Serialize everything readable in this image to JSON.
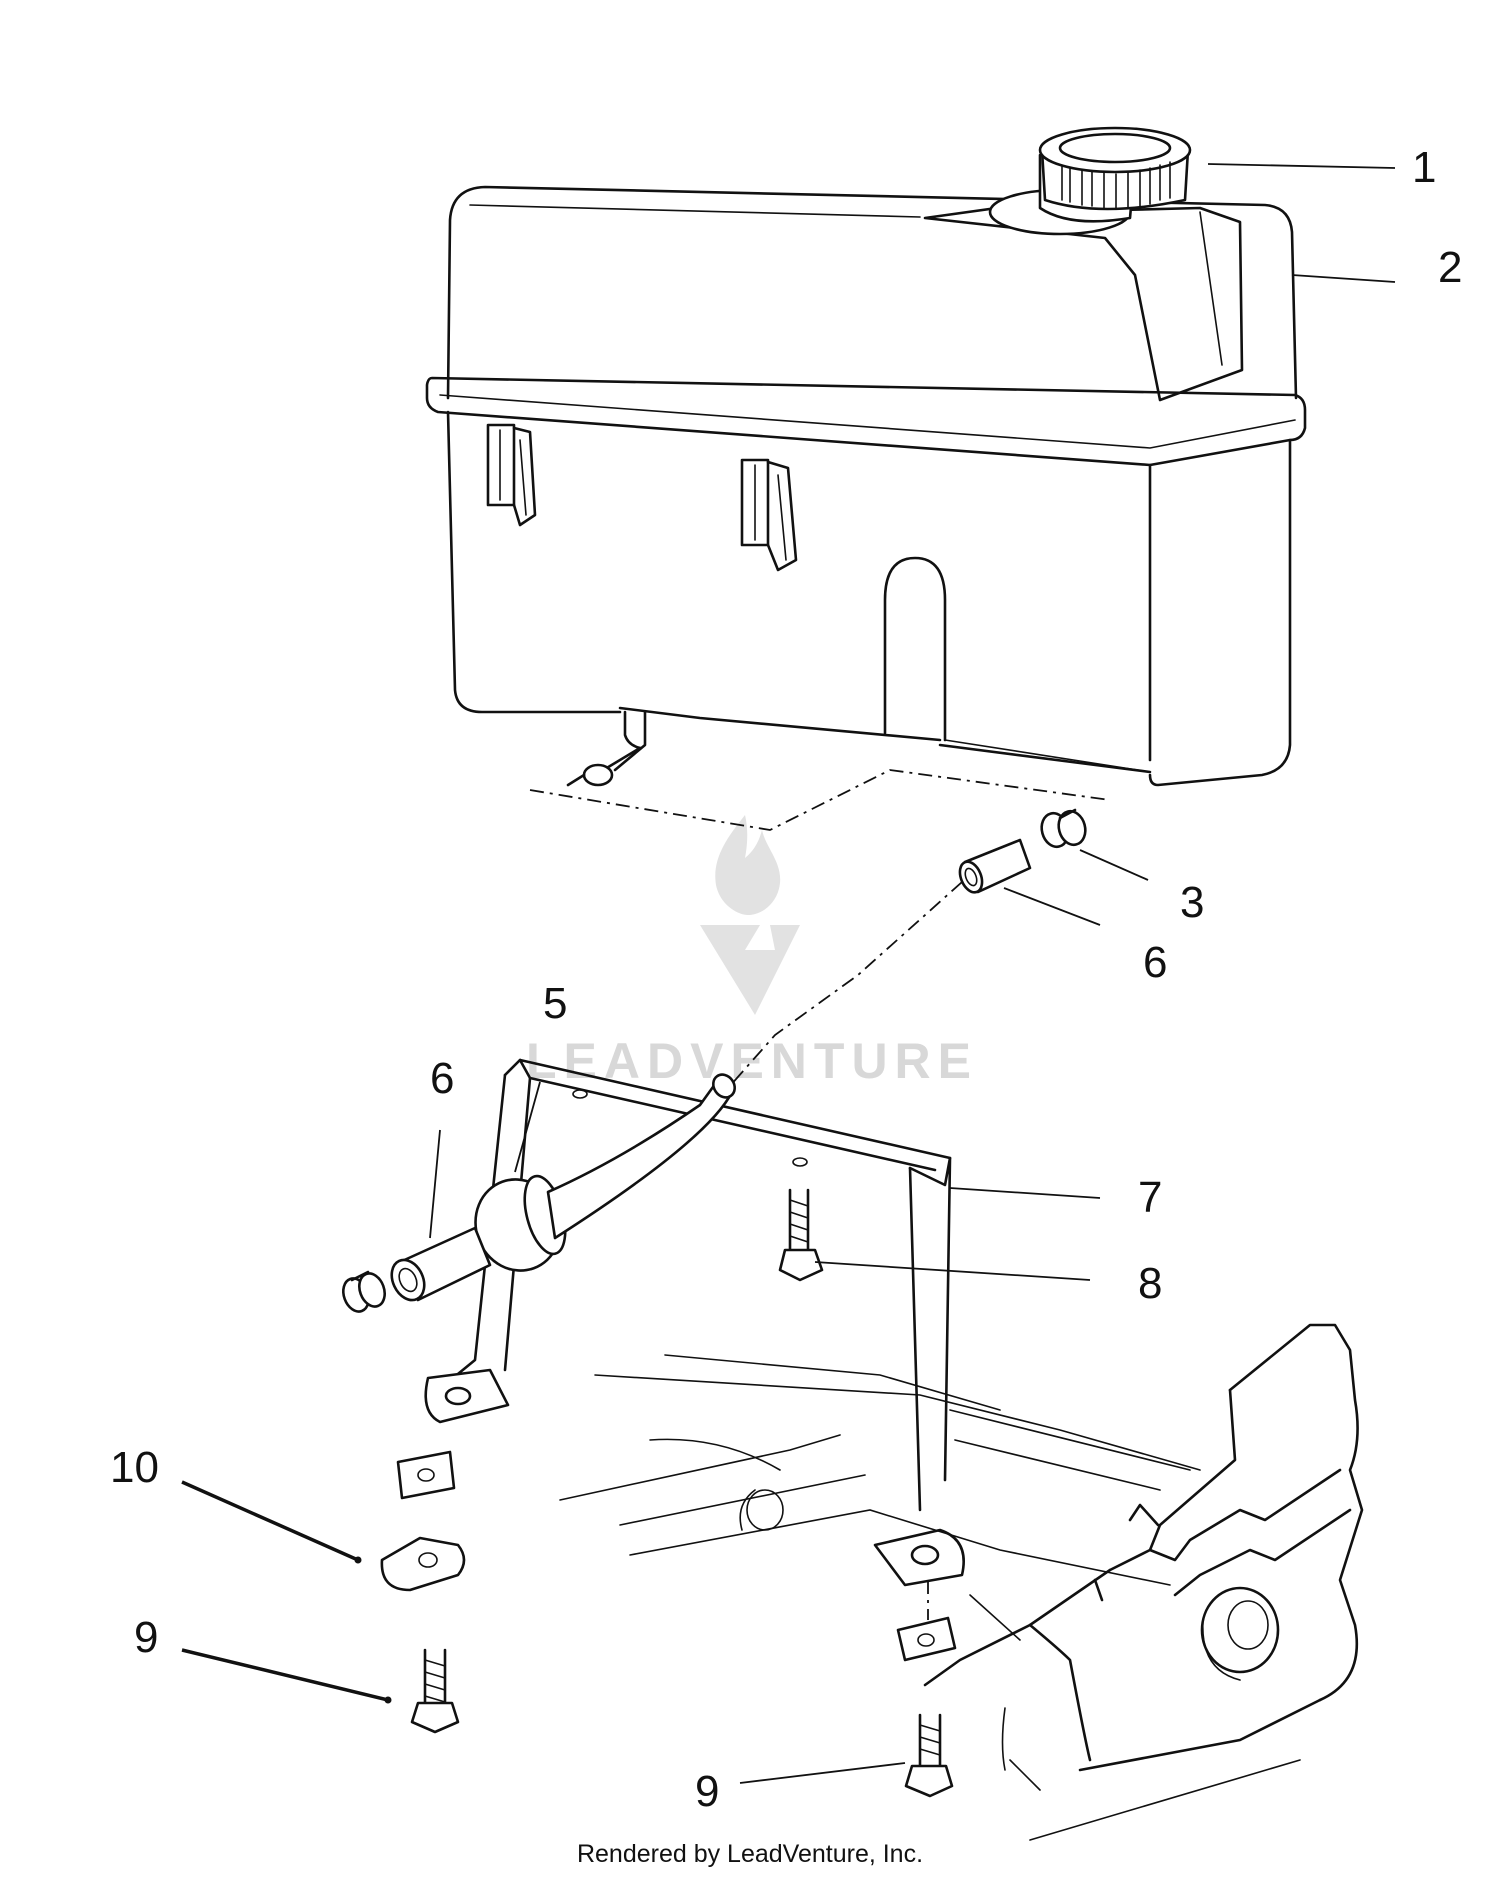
{
  "callouts": [
    "1",
    "2",
    "3",
    "6",
    "5",
    "6",
    "7",
    "8",
    "10",
    "9",
    "9"
  ],
  "footer": "Rendered by LeadVenture, Inc.",
  "watermark": "LEADVENTURE",
  "colors": {
    "line": "#111111",
    "background": "#ffffff",
    "watermark": "#d8d8d8"
  }
}
